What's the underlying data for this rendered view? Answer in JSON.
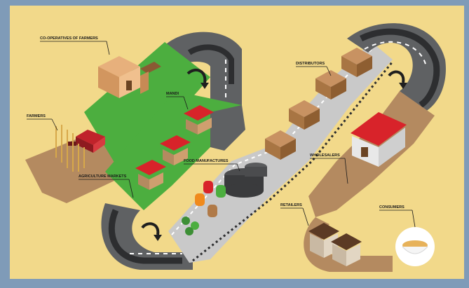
{
  "labels": {
    "cooperatives": "CO-OPERATIVES OF FARMERS",
    "farmers": "FARMERS",
    "mandi": "MANDI",
    "agri_markets": "AGRICULTURE MARKETS",
    "food_manufactures": "FOOD MANUFACTURES",
    "distributors": "DISTRIBUTORS",
    "wholesalers": "WHOLESALERS",
    "retailers": "RETAILERS",
    "consumers": "CONSUMERS"
  },
  "colors": {
    "background": "#f2d98a",
    "frame": "#7f9bb8",
    "road": "#5f6163",
    "road_dark": "#2d2e30",
    "grass": "#4cae3f",
    "soil": "#b48a60",
    "awning_red": "#d8232a",
    "roof_red": "#d8232a",
    "box_brown": "#a87543"
  }
}
